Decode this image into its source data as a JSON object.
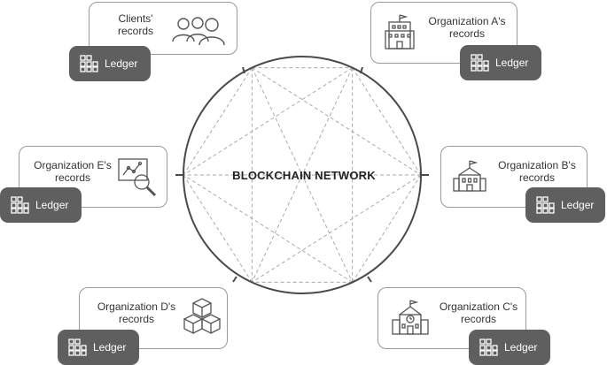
{
  "network": {
    "title": "BLOCKCHAIN NETWORK"
  },
  "nodes": [
    {
      "id": "clients",
      "label": "Clients'\nrecords",
      "ledger": "Ledger",
      "icon": "users-icon"
    },
    {
      "id": "org-a",
      "label": "Organization A's\nrecords",
      "ledger": "Ledger",
      "icon": "office-building-icon"
    },
    {
      "id": "org-b",
      "label": "Organization B's\nrecords",
      "ledger": "Ledger",
      "icon": "school-building-icon"
    },
    {
      "id": "org-c",
      "label": "Organization C's\nrecords",
      "ledger": "Ledger",
      "icon": "clock-building-icon"
    },
    {
      "id": "org-d",
      "label": "Organization D's\nrecords",
      "ledger": "Ledger",
      "icon": "boxes-icon"
    },
    {
      "id": "org-e",
      "label": "Organization E's\nrecords",
      "ledger": "Ledger",
      "icon": "analytics-search-icon"
    }
  ],
  "colors": {
    "ledger_bg": "#5f5f5f",
    "line": "#4a4a4a",
    "dashed": "#aaaaaa",
    "card_border": "#9a9a9a"
  }
}
